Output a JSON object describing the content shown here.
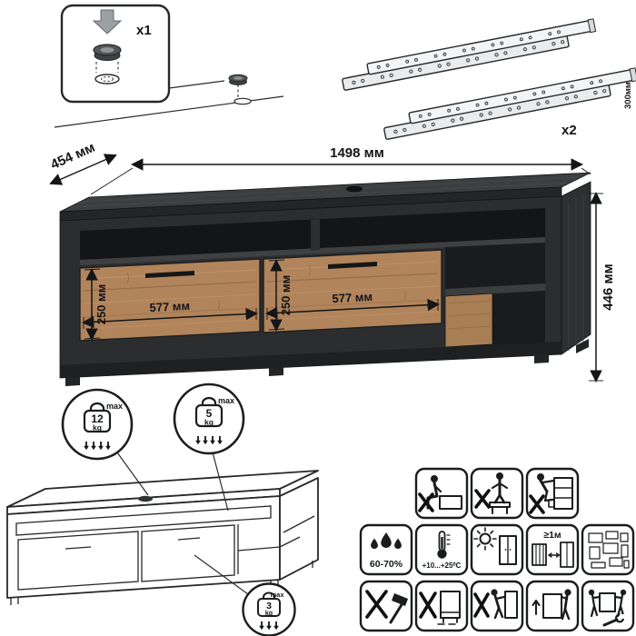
{
  "colors": {
    "outline": "#16181a",
    "cabinet_top": "#3c3e3f",
    "cabinet_front": "#2b2d2e",
    "interior": "#141516",
    "drawer_wood": "#b1845c",
    "drawer_wood_light": "#c9a074",
    "metal": "#eceeef",
    "background": "#ffffff"
  },
  "hardware": {
    "grommet_count": "x1",
    "slide_count": "x2",
    "slide_length": "300мм"
  },
  "dimensions": {
    "width": "1498 мм",
    "depth": "454 мм",
    "height": "446 мм",
    "drawer_left_height": "250 мм",
    "drawer_right_height": "250 мм",
    "drawer_left_width": "577 мм",
    "drawer_right_width": "577 мм"
  },
  "load_limits": {
    "top_surface": {
      "value": "12",
      "unit": "kg",
      "qualifier": "max"
    },
    "open_shelf": {
      "value": "5",
      "unit": "kg",
      "qualifier": "max"
    },
    "drawer": {
      "value": "3",
      "unit": "kg",
      "qualifier": "max"
    }
  },
  "operating_conditions": {
    "humidity": "60-70%",
    "temperature": "+10...+25⁰C",
    "heat_distance": "≥1м"
  },
  "icon_legend": {
    "row1": [
      "no-sitting",
      "no-standing",
      "no-climbing"
    ],
    "row2": [
      "humidity-range",
      "temperature-range",
      "avoid-sunlight",
      "keep-distance-from-heat",
      "parts-diagram"
    ],
    "row3": [
      "no-hammering",
      "no-dragging",
      "no-pushing-loaded",
      "lift-to-move",
      "two-person-assembly"
    ]
  }
}
